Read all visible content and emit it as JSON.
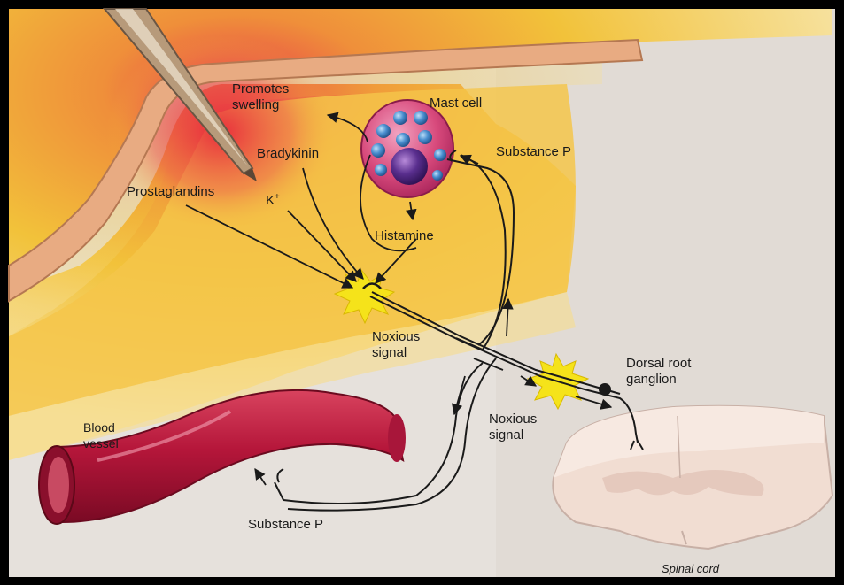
{
  "labels": {
    "promotes_swelling": "Promotes swelling",
    "mast_cell": "Mast cell",
    "substance_p_top": "Substance P",
    "bradykinin": "Bradykinin",
    "prostaglandins": "Prostaglandins",
    "k_plus": "K",
    "k_plus_sup": "+",
    "histamine": "Histamine",
    "noxious_signal_1": "Noxious signal",
    "dorsal_root_ganglion": "Dorsal root ganglion",
    "noxious_signal_2": "Noxious signal",
    "blood_vessel": "Blood vessel",
    "substance_p_bottom": "Substance P",
    "spinal_cord": "Spinal cord"
  },
  "colors": {
    "tissue_yellow": "#f2c23a",
    "tissue_orange": "#ef8f3a",
    "inflammation_red": "#e8414a",
    "skin_band": "#e8ab82",
    "mast_cell_body": "#d84a7c",
    "granule_blue": "#4a8fd0",
    "nucleus_purple": "#5a2f8f",
    "vessel_red": "#b5163a",
    "burst_yellow": "#f5e31a",
    "spinal_cord": "#f1ddd2",
    "page_background": "#e4dfdb"
  }
}
